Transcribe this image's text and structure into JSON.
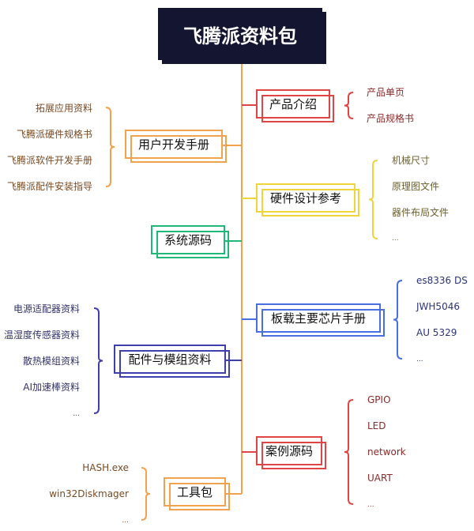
{
  "title": "飞腾派资料包",
  "colors": {
    "red": "#e04545",
    "orange": "#f0a24e",
    "yellow": "#f0d43c",
    "green": "#1fb878",
    "blue": "#4a6fe0",
    "indigo": "#3f3fae",
    "trunk": "#f0a24e"
  },
  "branches": {
    "product": {
      "label": "产品介绍",
      "items": [
        "产品单页",
        "产品规格书"
      ]
    },
    "user": {
      "label": "用户开发手册",
      "items": [
        "拓展应用资料",
        "飞腾派硬件规格书",
        "飞腾派软件开发手册",
        "飞腾派配件安装指导"
      ]
    },
    "hardware": {
      "label": "硬件设计参考",
      "items": [
        "机械尺寸",
        "原理图文件",
        "器件布局文件",
        "..."
      ]
    },
    "system": {
      "label": "系统源码"
    },
    "chips": {
      "label": "板载主要芯片手册",
      "items": [
        "es8336 DS",
        "JWH5046",
        "AU 5329",
        "..."
      ]
    },
    "accessories": {
      "label": "配件与模组资料",
      "items": [
        "电源适配器资料",
        "温湿度传感器资料",
        "散热模组资料",
        "AI加速棒资料",
        "..."
      ]
    },
    "examples": {
      "label": "案例源码",
      "items": [
        "GPIO",
        "LED",
        "network",
        "UART",
        "..."
      ]
    },
    "tools": {
      "label": "工具包",
      "items": [
        "HASH.exe",
        "win32Diskmager",
        "..."
      ]
    }
  }
}
